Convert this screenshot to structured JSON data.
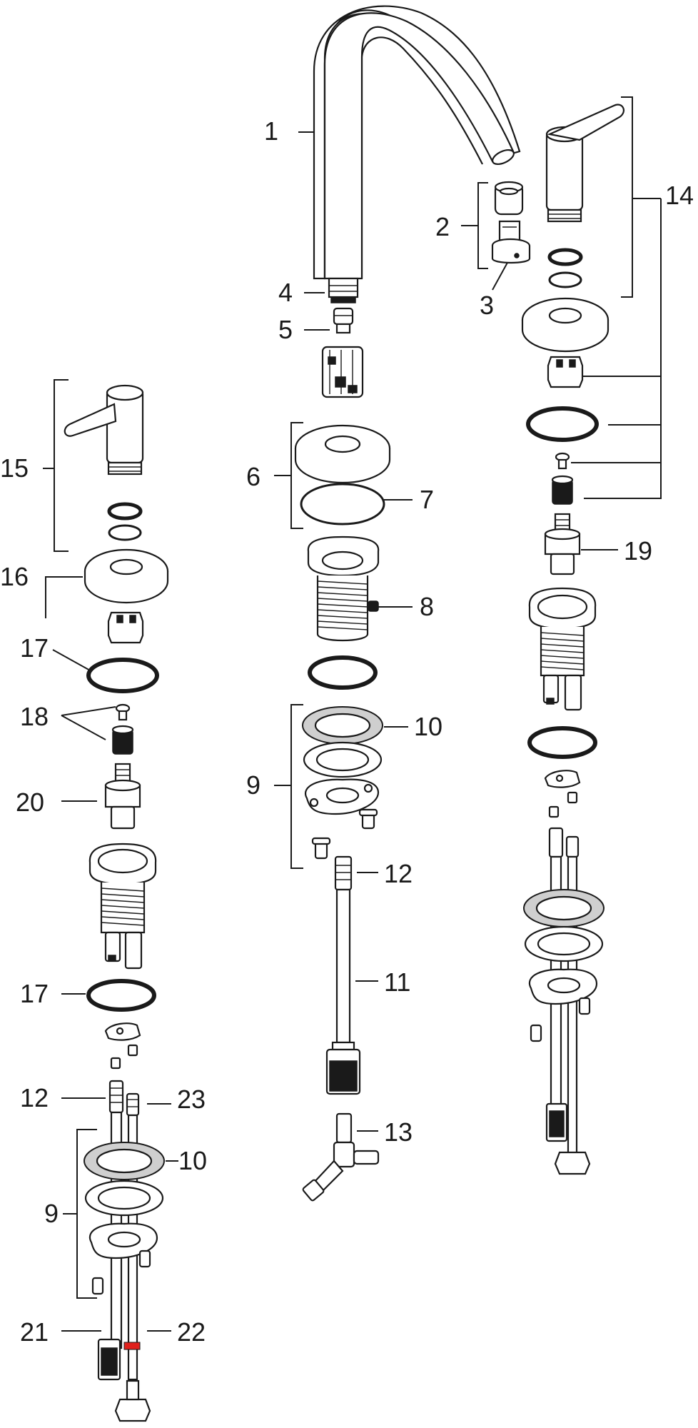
{
  "diagram": {
    "callouts": [
      {
        "id": "c1",
        "text": "1"
      },
      {
        "id": "c2",
        "text": "2"
      },
      {
        "id": "c3",
        "text": "3"
      },
      {
        "id": "c4",
        "text": "4"
      },
      {
        "id": "c5",
        "text": "5"
      },
      {
        "id": "c6",
        "text": "6"
      },
      {
        "id": "c7",
        "text": "7"
      },
      {
        "id": "c8",
        "text": "8"
      },
      {
        "id": "c9a",
        "text": "9"
      },
      {
        "id": "c10a",
        "text": "10"
      },
      {
        "id": "c11",
        "text": "11"
      },
      {
        "id": "c12a",
        "text": "12"
      },
      {
        "id": "c13",
        "text": "13"
      },
      {
        "id": "c14",
        "text": "14"
      },
      {
        "id": "c15",
        "text": "15"
      },
      {
        "id": "c16",
        "text": "16"
      },
      {
        "id": "c17a",
        "text": "17"
      },
      {
        "id": "c18",
        "text": "18"
      },
      {
        "id": "c19",
        "text": "19"
      },
      {
        "id": "c20",
        "text": "20"
      },
      {
        "id": "c17b",
        "text": "17"
      },
      {
        "id": "c12b",
        "text": "12"
      },
      {
        "id": "c23",
        "text": "23"
      },
      {
        "id": "c9b",
        "text": "9"
      },
      {
        "id": "c10b",
        "text": "10"
      },
      {
        "id": "c21",
        "text": "21"
      },
      {
        "id": "c22",
        "text": "22"
      }
    ]
  }
}
